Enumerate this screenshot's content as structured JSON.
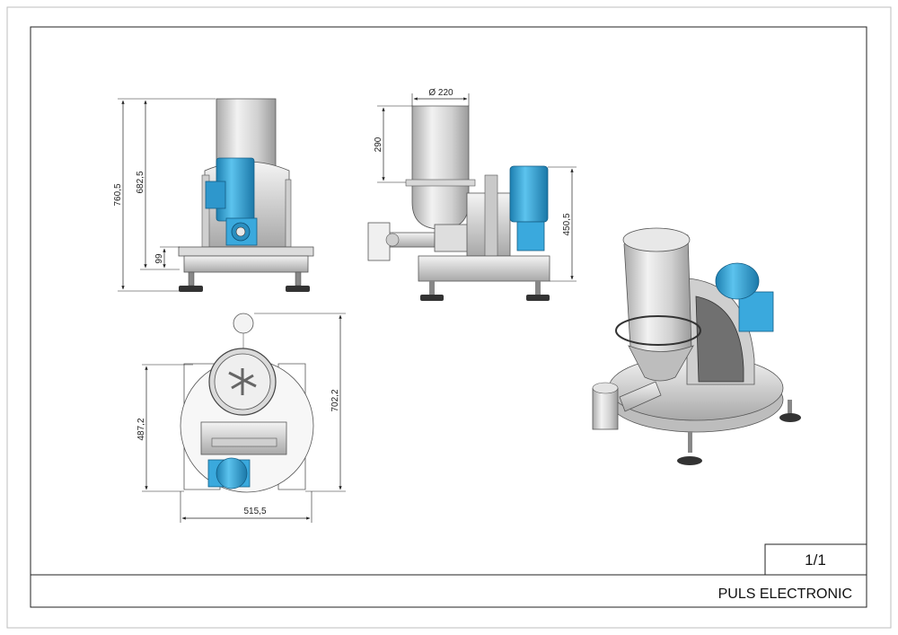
{
  "title_block": {
    "sheet": "1/1",
    "company": "PULS ELECTRONIC"
  },
  "dimensions": {
    "front_total_height": "760,5",
    "front_hopper_height": "682,5",
    "front_base_height": "99",
    "side_hopper_diameter": "Ø 220",
    "side_hopper_height": "290",
    "side_motor_height": "450,5",
    "top_width": "515,5",
    "top_depth": "487,2",
    "top_total_depth": "702,2"
  },
  "colors": {
    "motor_blue": "#3aa9dd",
    "motor_blue_dark": "#1d7fb0",
    "steel_light": "#e6e6e6",
    "steel_mid": "#bdbdbd",
    "steel_dark": "#7a7a7a",
    "line": "#222222"
  }
}
